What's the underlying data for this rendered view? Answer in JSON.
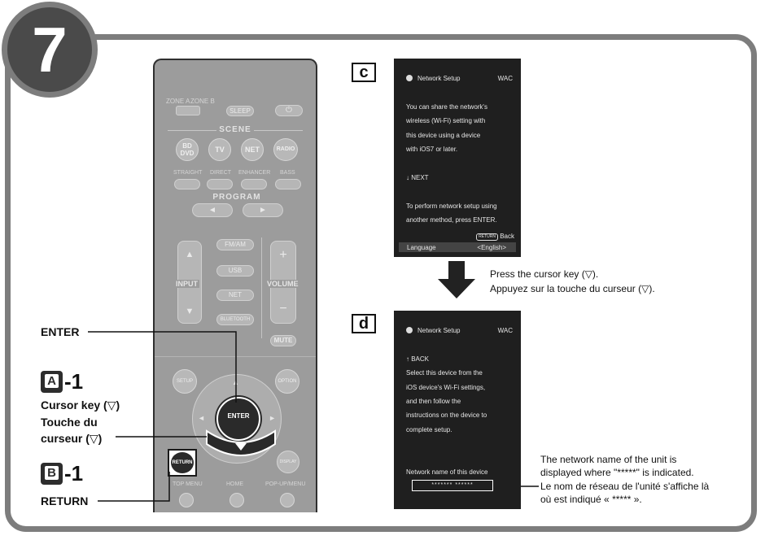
{
  "step_number": "7",
  "remote": {
    "zone_a": "ZONE A",
    "zone_b": "ZONE B",
    "sleep": "SLEEP",
    "power_icon": "power-icon",
    "scene_label": "SCENE",
    "scene_buttons": [
      "BD\nDVD",
      "TV",
      "NET",
      "RADIO"
    ],
    "mode_buttons": [
      "STRAIGHT",
      "DIRECT",
      "ENHANCER",
      "BASS"
    ],
    "program_label": "PROGRAM",
    "input_label": "INPUT",
    "volume_label": "VOLUME",
    "source_buttons": [
      "FM/AM",
      "USB",
      "NET",
      "BLUETOOTH"
    ],
    "mute": "MUTE",
    "setup": "SETUP",
    "option": "OPTION",
    "enter": "ENTER",
    "return": "RETURN",
    "display": "DISPLAY",
    "top_menu": "TOP MENU",
    "home": "HOME",
    "popup_menu": "POP-UP/MENU"
  },
  "callouts": {
    "enter": "ENTER",
    "a_letter": "A",
    "a_step": "-1",
    "a_line1": "Cursor key (▽)",
    "a_line2": "Touche du",
    "a_line3": "curseur (▽)",
    "b_letter": "B",
    "b_step": "-1",
    "b_line1": "RETURN"
  },
  "panel_c": {
    "letter": "c",
    "title": "Network Setup",
    "tag": "WAC",
    "lines": [
      "You can share the network's",
      "wireless (Wi-Fi) setting with",
      "this device using a device",
      "with iOS7 or later.",
      "↓ NEXT",
      "To perform network setup using",
      "another method, press ENTER."
    ],
    "return_key": "RETURN",
    "back": "Back",
    "language_label": "Language",
    "language_value": "<English>"
  },
  "arrow_text": {
    "en": "Press the cursor key (▽).",
    "fr": "Appuyez sur la touche du curseur (▽)."
  },
  "panel_d": {
    "letter": "d",
    "title": "Network Setup",
    "tag": "WAC",
    "lines": [
      "↑ BACK",
      "Select this device from the",
      "iOS device's Wi-Fi settings,",
      "and then follow the",
      "instructions on the device to",
      "complete setup."
    ],
    "network_label": "Network name of this device",
    "network_value": "******* ******"
  },
  "note": {
    "en1": "The network name of the unit is",
    "en2": "displayed where \"*****\" is indicated.",
    "fr1": "Le nom de réseau de l'unité s'affiche là",
    "fr2": "où est indiqué « ***** »."
  }
}
